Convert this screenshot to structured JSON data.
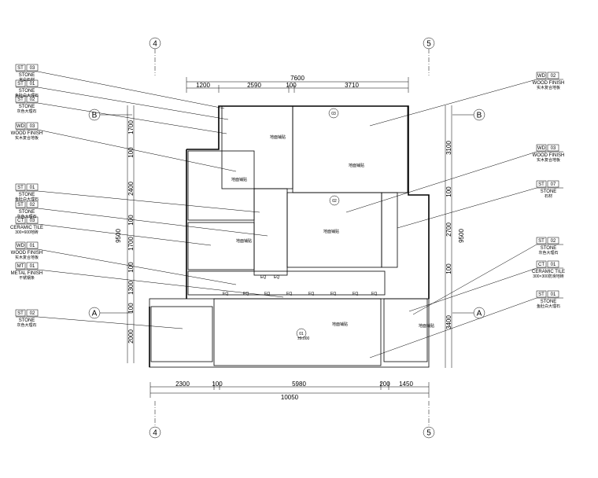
{
  "grid": {
    "top_left": "4",
    "top_right": "5",
    "bottom_left": "4",
    "bottom_right": "5",
    "left_upper": "B",
    "right_upper": "B",
    "left_lower": "A",
    "right_lower": "A"
  },
  "dims_top": {
    "total": "7600",
    "segments": [
      "1200",
      "2590",
      "100",
      "3710"
    ]
  },
  "dims_bottom": {
    "total": "10050",
    "segments": [
      "2300",
      "100",
      "5980",
      "200",
      "1450"
    ]
  },
  "dims_left": {
    "total": "9500",
    "segments": [
      "1700",
      "100",
      "2400",
      "100",
      "1700",
      "100",
      "1300",
      "100",
      "2000"
    ]
  },
  "dims_right": {
    "total": "9500",
    "segments": [
      "3100",
      "100",
      "2700",
      "100",
      "3400"
    ]
  },
  "tags_left": [
    {
      "code": "ST",
      "num": "03",
      "name": "STONE",
      "sub": "米白石材"
    },
    {
      "code": "ST",
      "num": "01",
      "name": "STONE",
      "sub": "鱼肚白大理石"
    },
    {
      "code": "ST",
      "num": "02",
      "name": "STONE",
      "sub": "灰色大理石"
    },
    {
      "code": "WD",
      "num": "03",
      "name": "WOOD FINISH",
      "sub": "实木复合地板"
    },
    {
      "code": "ST",
      "num": "01",
      "name": "STONE",
      "sub": "鱼肚白大理石"
    },
    {
      "code": "ST",
      "num": "02",
      "name": "STONE",
      "sub": "灰色大理石"
    },
    {
      "code": "CT",
      "num": "03",
      "name": "CERAMIC TILE",
      "sub": "300×600地砖"
    },
    {
      "code": "WD",
      "num": "01",
      "name": "WOOD FINISH",
      "sub": "实木复合地板"
    },
    {
      "code": "MT",
      "num": "01",
      "name": "METAL FINISH",
      "sub": "不锈钢条"
    },
    {
      "code": "ST",
      "num": "02",
      "name": "STONE",
      "sub": "灰色大理石"
    }
  ],
  "tags_right": [
    {
      "code": "WD",
      "num": "02",
      "name": "WOOD FINISH",
      "sub": "实木复合地板"
    },
    {
      "code": "WD",
      "num": "03",
      "name": "WOOD FINISH",
      "sub": "实木复合地板"
    },
    {
      "code": "ST",
      "num": "07",
      "name": "STONE",
      "sub": "石材"
    },
    {
      "code": "ST",
      "num": "02",
      "name": "STONE",
      "sub": "灰色大理石"
    },
    {
      "code": "CT",
      "num": "01",
      "name": "CERAMIC TILE",
      "sub": "300×300防滑地砖"
    },
    {
      "code": "ST",
      "num": "01",
      "name": "STONE",
      "sub": "鱼肚白大理石"
    }
  ],
  "room_notes": {
    "paving": "地面铺贴",
    "eq": "EQ",
    "level": "±0.000"
  },
  "markers": [
    "01",
    "02",
    "03"
  ]
}
